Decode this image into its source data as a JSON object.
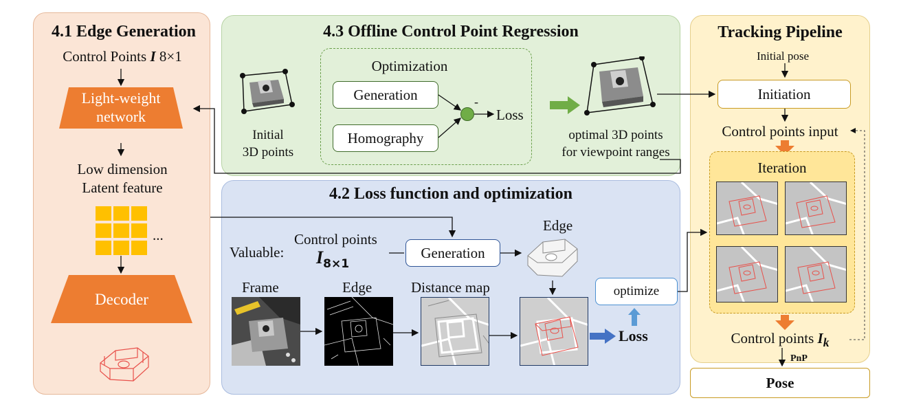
{
  "edge_generation": {
    "title": "4.1 Edge Generation",
    "control_points_label": "Control Points",
    "control_points_symbol": "I",
    "control_points_dim": "8×1",
    "network_label_1": "Light-weight",
    "network_label_2": "network",
    "latent_label_1": "Low dimension",
    "latent_label_2": "Latent feature",
    "ellipsis": "...",
    "decoder_label": "Decoder"
  },
  "offline_regression": {
    "title": "4.3 Offline Control Point Regression",
    "initial_label_1": "Initial",
    "initial_label_2": "3D points",
    "optimization_label": "Optimization",
    "generation_label": "Generation",
    "homography_label": "Homography",
    "minus_sign": "-",
    "loss_label": "Loss",
    "optimal_label_1": "optimal 3D points",
    "optimal_label_2": "for viewpoint ranges"
  },
  "loss_panel": {
    "title": "4.2 Loss function and optimization",
    "valuable_label": "Valuable:",
    "control_points_label": "Control points",
    "control_points_symbol": "I",
    "control_points_sub": "8×1",
    "generation_label": "Generation",
    "edge_top_label": "Edge",
    "frame_label": "Frame",
    "edge_label": "Edge",
    "distance_map_label": "Distance map",
    "optimize_label": "optimize",
    "loss_label": "Loss"
  },
  "tracking": {
    "title": "Tracking Pipeline",
    "initial_pose_label": "Initial pose",
    "initiation_label": "Initiation",
    "control_input_label": "Control points input",
    "iteration_label": "Iteration",
    "control_out_label": "Control points",
    "control_out_symbol": "I",
    "control_out_sub": "k",
    "pnp_label": "PnP",
    "pose_label": "Pose"
  },
  "colors": {
    "edge_panel": "#fbe5d6",
    "offline_panel": "#e2f0d9",
    "loss_panel": "#dae3f3",
    "tracking_panel": "#fff2cc",
    "orange": "#ed7d31",
    "green_arrow": "#70ad47",
    "blue_arrow": "#4472c4",
    "latent_cell": "#ffc000"
  }
}
